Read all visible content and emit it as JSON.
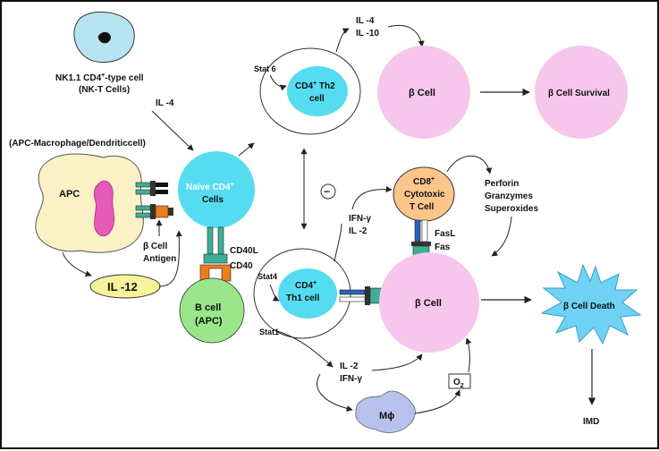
{
  "labels": {
    "nkt_line1": "NK1.1 CD4",
    "nkt_line1_sup": "+",
    "nkt_line1_rest": "-type cell",
    "nkt_line2": "(NK-T Cells)",
    "il4_top": "IL -4",
    "apc_header": "(APC-Macrophage/Dendriticcell)",
    "apc": "APC",
    "naive_line1": "Naive CD4",
    "naive_sup": "+",
    "naive_line2": "Cells",
    "beta_antigen_1": "β Cell",
    "beta_antigen_2": "Antigen",
    "il12": "IL -12",
    "cd40l": "CD40L",
    "cd40": "CD40",
    "bcell_1": "B cell",
    "bcell_2": "(APC)",
    "stat6": "Stat 6",
    "th2_line1": "CD4",
    "th2_sup": "+",
    "th2_rest": " Th2",
    "th2_line2": "cell",
    "il4_th2": "IL -4",
    "il10_th2": "IL -10",
    "beta_top": "β Cell",
    "beta_survival": "β Cell Survival",
    "minus": "−",
    "ifn_top": "IFN-γ",
    "il2_top": "IL -2",
    "stat4": "Stat4",
    "th1_line1": "CD4",
    "th1_sup": "+",
    "th1_line2": "Th1 cell",
    "stat1": "Stat1",
    "cd8_line1": "CD8",
    "cd8_sup": "+",
    "cd8_line2": "Cytotoxic",
    "cd8_line3": "T Cell",
    "perforin": "Perforin",
    "granzymes": "Granzymes",
    "superoxides": "Superoxides",
    "fasl": "FasL",
    "fas": "Fas",
    "beta_main": "β Cell",
    "beta_death": "β Cell Death",
    "il2_bottom": "IL -2",
    "ifn_bottom": "IFN-γ",
    "macrophage": "Mϕ",
    "o2": "O",
    "o2_sub": "2",
    "imd": "IMD"
  },
  "colors": {
    "nkt": "#b8e4f2",
    "naive": "#55dcf0",
    "apc": "#fbf1c6",
    "apc_core": "#e65ab8",
    "beta": "#f6c6ec",
    "bcell": "#9be58a",
    "cd8": "#fbc58c",
    "il12": "#f7f39a",
    "death": "#6fd2f5",
    "macrophage": "#b8c0ec",
    "receptor_teal": "#3fae95",
    "receptor_orange": "#ef7c1a",
    "receptor_blue": "#2b62b5"
  }
}
